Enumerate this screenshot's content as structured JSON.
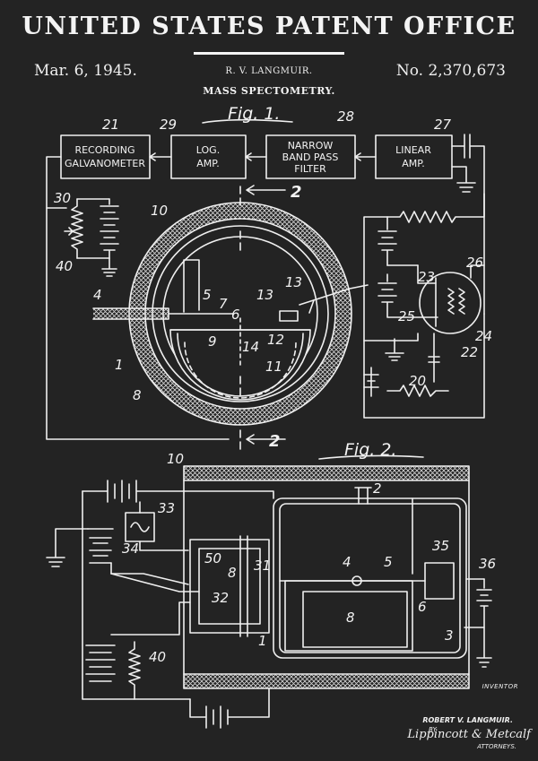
{
  "header": {
    "office": "UNITED STATES PATENT OFFICE",
    "date": "Mar. 6, 1945.",
    "inventor_short": "R. V. LANGMUIR.",
    "patent_number": "No. 2,370,673",
    "subject": "MASS SPECTOMETRY."
  },
  "fig1": {
    "title": "Fig. 1.",
    "boxes": {
      "recording": [
        "RECORDING",
        "GALVANOMETER"
      ],
      "log_amp": [
        "LOG.",
        "AMP."
      ],
      "filter": [
        "NARROW",
        "BAND PASS",
        "FILTER"
      ],
      "linear_amp": [
        "LINEAR",
        "AMP."
      ]
    },
    "section_marker": "2",
    "refs": [
      "21",
      "29",
      "28",
      "27",
      "30",
      "40",
      "10",
      "4",
      "5",
      "7",
      "6",
      "13",
      "13",
      "9",
      "14",
      "12",
      "11",
      "1",
      "8",
      "23",
      "26",
      "25",
      "24",
      "22",
      "20"
    ]
  },
  "fig2": {
    "title": "Fig. 2.",
    "refs": [
      "10",
      "2",
      "33",
      "34",
      "50",
      "8",
      "31",
      "32",
      "4",
      "5",
      "35",
      "36",
      "6",
      "8",
      "1",
      "3",
      "40"
    ]
  },
  "signature": {
    "inventor_label": "INVENTOR",
    "inventor_name": "ROBERT V. LANGMUIR.",
    "by": "BY",
    "attorney_signature": "Lippincott & Metcalf",
    "attorneys_label": "ATTORNEYS."
  }
}
